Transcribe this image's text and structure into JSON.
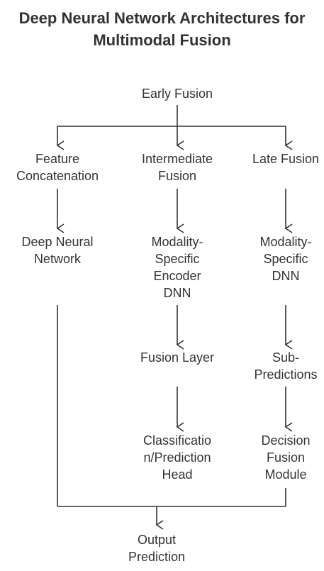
{
  "title": "Deep Neural Network Architectures for\nMultimodal Fusion",
  "colors": {
    "text": "#333333",
    "connector": "#333333",
    "background": "#ffffff"
  },
  "nodes": {
    "early_fusion": "Early Fusion",
    "feature_concatenation": "Feature\nConcatenation",
    "intermediate_fusion": "Intermediate\nFusion",
    "late_fusion": "Late Fusion",
    "deep_neural_network": "Deep Neural\nNetwork",
    "modality_specific_encoder": "Modality-\nSpecific\nEncoder\nDNN",
    "modality_specific_dnn": "Modality-\nSpecific\nDNN",
    "fusion_layer": "Fusion Layer",
    "sub_predictions": "Sub-\nPredictions",
    "classification_head": "Classificatio\nn/Prediction\nHead",
    "decision_fusion_module": "Decision\nFusion\nModule",
    "output_prediction": "Output\nPrediction"
  }
}
